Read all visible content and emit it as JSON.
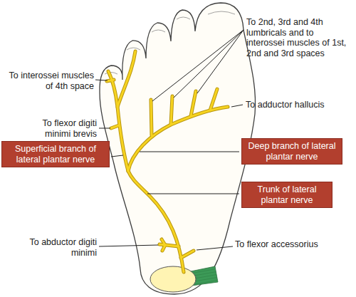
{
  "diagram": {
    "nodes": [
      {
        "text": [
          "Superficial branch of lateral plantar nerve"
        ]
      },
      {
        "text": [
          "Deep branch of lateral plantar nerve"
        ]
      },
      {
        "text": [
          "Trunk of lateral plantar nerve"
        ]
      }
    ],
    "labels": [
      "To interossei muscles of 4th space",
      "To 2nd, 3rd and 4th lumbricals and to interossei muscles of 1st, 2nd and 3rd spaces",
      "To flexor digiti minimi brevis",
      "To adductor hallucis",
      "To abductor digiti minimi",
      "To flexor accessorius"
    ]
  }
}
